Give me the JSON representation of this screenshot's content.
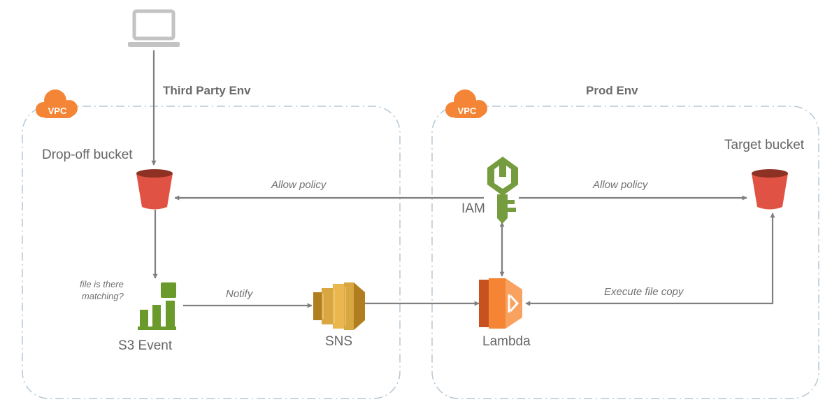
{
  "environments": {
    "third_party": {
      "title": "Third Party Env",
      "badge": "VPC"
    },
    "prod": {
      "title": "Prod Env",
      "badge": "VPC"
    }
  },
  "nodes": {
    "client": {
      "icon": "laptop-icon"
    },
    "dropoff_bucket": {
      "label": "Drop-off bucket",
      "icon": "s3-bucket-icon"
    },
    "target_bucket": {
      "label": "Target bucket",
      "icon": "s3-bucket-icon"
    },
    "s3_event": {
      "label": "S3 Event",
      "icon": "s3-event-icon",
      "note_line1": "file is there",
      "note_line2": "matching?"
    },
    "sns": {
      "label": "SNS",
      "icon": "sns-icon"
    },
    "iam": {
      "label": "IAM",
      "icon": "iam-key-icon"
    },
    "lambda": {
      "label": "Lambda",
      "icon": "lambda-icon"
    }
  },
  "edges": {
    "allow_policy_left": "Allow policy",
    "allow_policy_right": "Allow policy",
    "notify": "Notify",
    "execute_file_copy": "Execute file copy"
  },
  "colors": {
    "arrow": "#7f7f7f",
    "vpc_badge": "#f58536",
    "bucket": "#e05243",
    "bucket_dark": "#8c3123",
    "event_green": "#6b9a2c",
    "iam_green": "#759c3e",
    "sns_gold": "#d9a741",
    "lambda_orange": "#f58534",
    "boundary": "#b7c7d3"
  }
}
